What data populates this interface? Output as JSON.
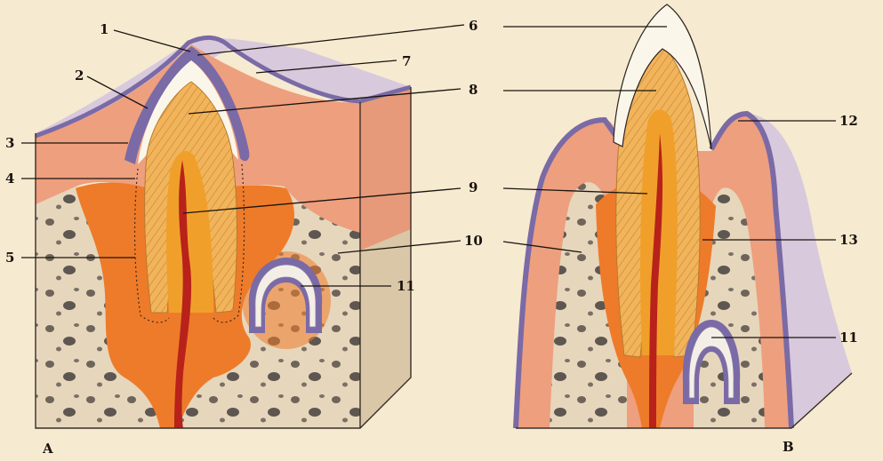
{
  "panels": {
    "a": "A",
    "b": "B"
  },
  "labels": [
    "1",
    "2",
    "3",
    "4",
    "5",
    "6",
    "7",
    "8",
    "9",
    "10",
    "11",
    "11",
    "12",
    "13"
  ],
  "colors": {
    "background": "#f6ead0",
    "gum": "#ee9f7e",
    "epithelium": "#7a6aa6",
    "enamel": "#fbf6ea",
    "dentin": "#f2b45a",
    "pulp": "#e8861e",
    "bone": "#e6d6bc",
    "vessel": "#b8221a",
    "soft_tissue": "#ee7b2a",
    "block_side": "#d8c9dd"
  }
}
